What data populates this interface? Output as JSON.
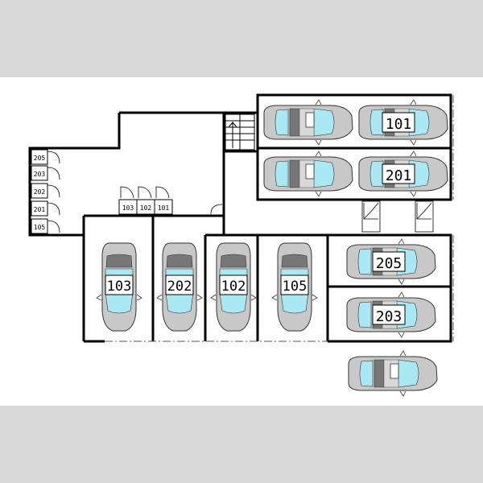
{
  "locker_labels": [
    "205",
    "203",
    "202",
    "201",
    "105"
  ],
  "bike_labels": [
    "103",
    "102",
    "101"
  ],
  "vertical_spaces": [
    "103",
    "202",
    "102",
    "105"
  ],
  "right_spaces": [
    "101",
    "201",
    "205",
    "203"
  ],
  "colors": {
    "band": "#ffffff",
    "outer": "#d9d9d9",
    "car_body": "#c8c8c8",
    "glass": "#a9e8f3",
    "wall": "#000000"
  }
}
